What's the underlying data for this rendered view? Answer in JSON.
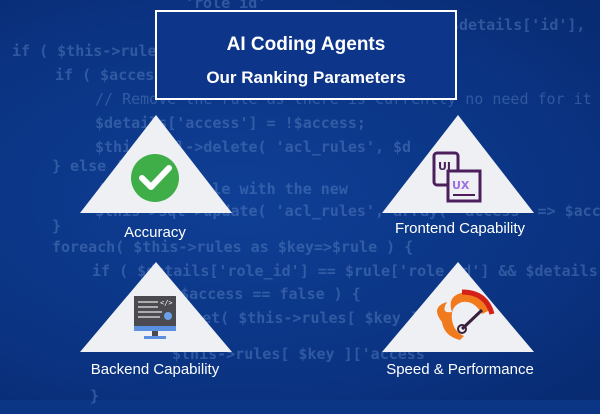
{
  "header": {
    "title": "AI Coding Agents",
    "subtitle": "Our Ranking Parameters"
  },
  "background_code": [
    "'role_id'",
    "$details['id'],",
    "if ( $this->rules",
    "if ( $access",
    "// Remove the rule as there is currently no need for it",
    "$details['access'] = !$access;",
    "$this->sql->delete( 'acl_rules', $d",
    "} else {",
    "// ... the rule with the new",
    "$this->sql->update( 'acl_rules', array( 'access' => $acce",
    "}",
    "foreach( $this->rules as $key=>$rule ) {",
    "if ( $details['role_id'] == $rule['role_id'] && $details['r",
    "if ( $access == false ) {",
    "unset( $this->rules[ $key ]",
    "$this->rules[ $key ]['access'",
    "}"
  ],
  "parameters": [
    {
      "label": "Accuracy",
      "icon": "checkmark-icon"
    },
    {
      "label": "Frontend Capability",
      "icon": "ui-ux-icon"
    },
    {
      "label": "Backend Capability",
      "icon": "code-monitor-icon"
    },
    {
      "label": "Speed & Performance",
      "icon": "speedometer-icon"
    }
  ],
  "colors": {
    "background": "#0b3686",
    "triangle": "#eef0f4",
    "check": "#3fae49",
    "uiux": "#4a1f5c",
    "speed": "#e8401c"
  }
}
